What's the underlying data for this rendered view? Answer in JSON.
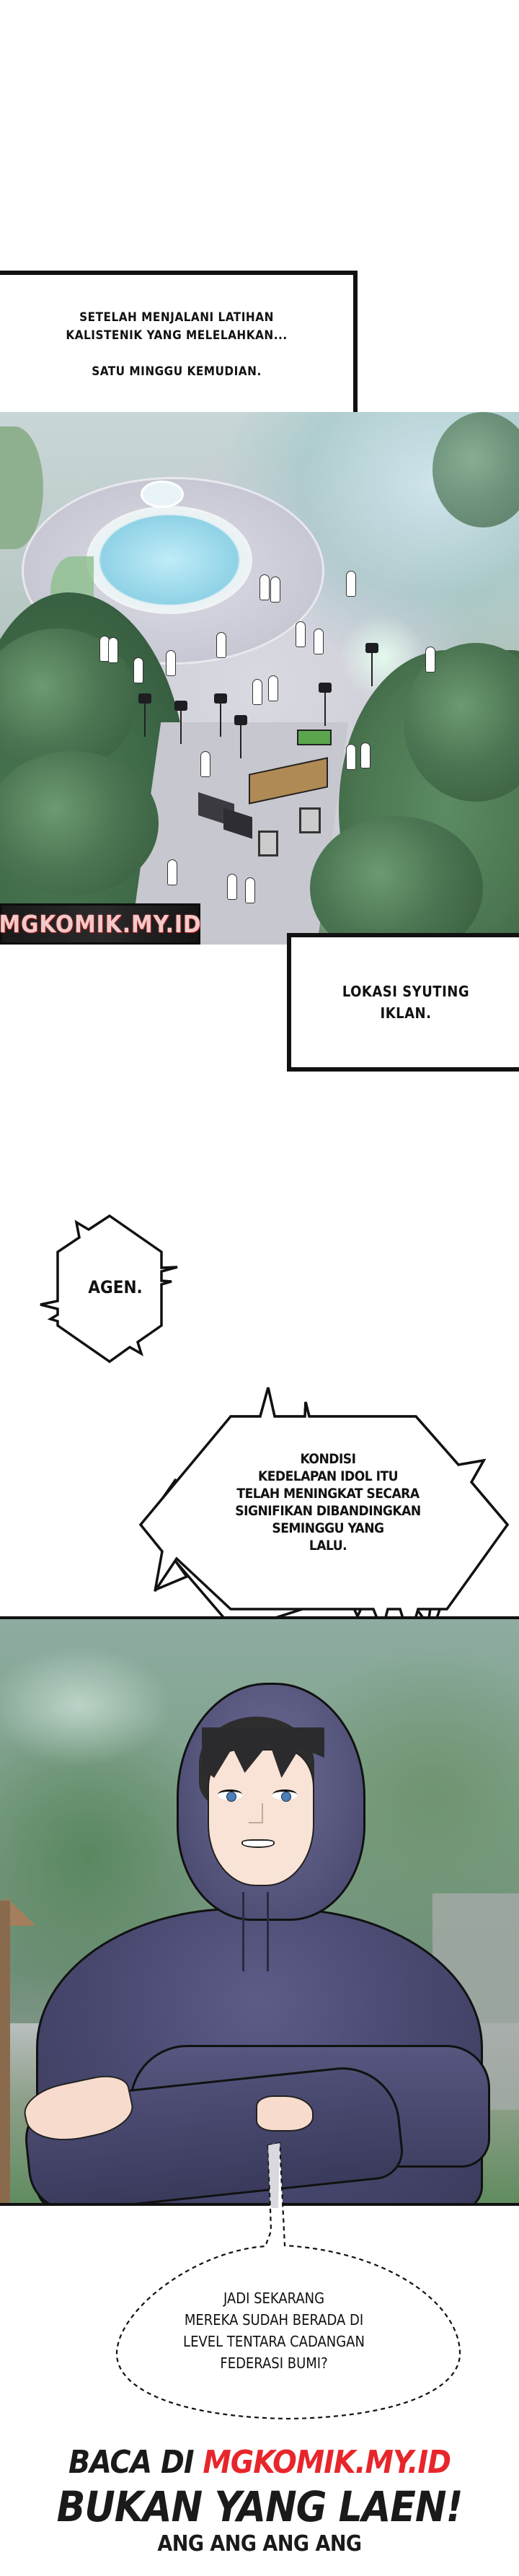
{
  "page": {
    "type": "webtoon-comic-page",
    "language": "id"
  },
  "captions": [
    {
      "id": "caption-1",
      "lines": [
        "SETELAH MENJALANI LATIHAN",
        "KALISTENIK YANG MELELAHKAN...",
        "",
        "SATU MINGGU KEMUDIAN."
      ]
    },
    {
      "id": "caption-2",
      "lines": [
        "LOKASI SYUTING",
        "IKLAN."
      ]
    }
  ],
  "panels": {
    "park": {
      "scene": "Aerial view of park plaza with fountain, film crew cameras on tripods, white silhouette crowd, table and chairs"
    },
    "character": {
      "scene": "Young man with black hair and blue eyes in dark purple hoodie, arms crossed, park background"
    }
  },
  "watermark": {
    "text": "MGKOMIK.MY.ID",
    "color": "#d23a3a"
  },
  "bubbles": [
    {
      "id": "bubble-agen",
      "style": "spiky-hexagon",
      "lines": [
        "AGEN."
      ]
    },
    {
      "id": "bubble-kondisi",
      "style": "spiky-hexagon",
      "lines": [
        "KONDISI",
        "KEDELAPAN IDOL ITU",
        "TELAH MENINGKAT SECARA",
        "SIGNIFIKAN DIBANDINGKAN",
        "SEMINGGU YANG",
        "LALU."
      ]
    },
    {
      "id": "bubble-jadi",
      "style": "dashed-ellipse",
      "lines": [
        "JADI SEKARANG",
        "MEREKA SUDAH BERADA DI",
        "LEVEL TENTARA CADANGAN",
        "FEDERASI BUMI?"
      ]
    }
  ],
  "promo": {
    "line1_prefix": "BACA DI ",
    "line1_site": "MGKOMIK.MY.ID",
    "line2": "BUKAN YANG LAEN!",
    "line3": "ANG ANG ANG ANG",
    "accent_color": "#e7262c"
  }
}
